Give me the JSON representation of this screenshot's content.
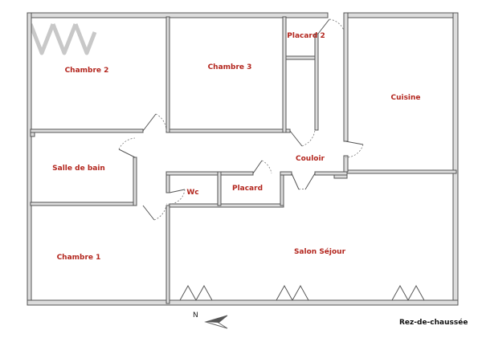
{
  "rooms": {
    "chambre2": "Chambre 2",
    "chambre3": "Chambre 3",
    "placard2": "Placard 2",
    "cuisine": "Cuisine",
    "couloir": "Couloir",
    "salle_de_bain": "Salle de bain",
    "wc": "Wc",
    "placard": "Placard",
    "chambre1": "Chambre 1",
    "salon": "Salon Séjour"
  },
  "compass": {
    "label": "N"
  },
  "caption": "Rez-de-chaussée",
  "colors": {
    "label": "#b3261e",
    "wall": "#dcdcdc",
    "outline": "#555555"
  },
  "icons": {
    "logo": "logo-icon",
    "north": "north-arrow-icon"
  }
}
